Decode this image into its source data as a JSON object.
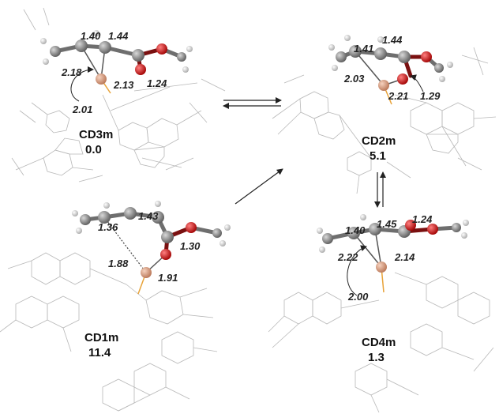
{
  "structures": [
    {
      "id": "CD3m",
      "name": "CD3m",
      "energy": "0.0",
      "bonds": [
        "1.40",
        "1.44",
        "1.24",
        "2.18",
        "2.13",
        "2.01"
      ]
    },
    {
      "id": "CD2m",
      "name": "CD2m",
      "energy": "5.1",
      "bonds": [
        "1.41",
        "1.44",
        "2.03",
        "2.21",
        "1.29"
      ]
    },
    {
      "id": "CD1m",
      "name": "CD1m",
      "energy": "11.4",
      "bonds": [
        "1.43",
        "1.36",
        "1.30",
        "1.88",
        "1.91"
      ]
    },
    {
      "id": "CD4m",
      "name": "CD4m",
      "energy": "1.3",
      "bonds": [
        "1.40",
        "1.45",
        "1.24",
        "2.22",
        "2.14",
        "2.00"
      ]
    }
  ],
  "colors": {
    "carbon": "#8c8c8c",
    "oxygen": "#d01818",
    "hydrogen": "#e6e6e6",
    "copper": "#d9a184",
    "phosphorus": "#e8a33a",
    "wire": "#b8b8b8"
  }
}
